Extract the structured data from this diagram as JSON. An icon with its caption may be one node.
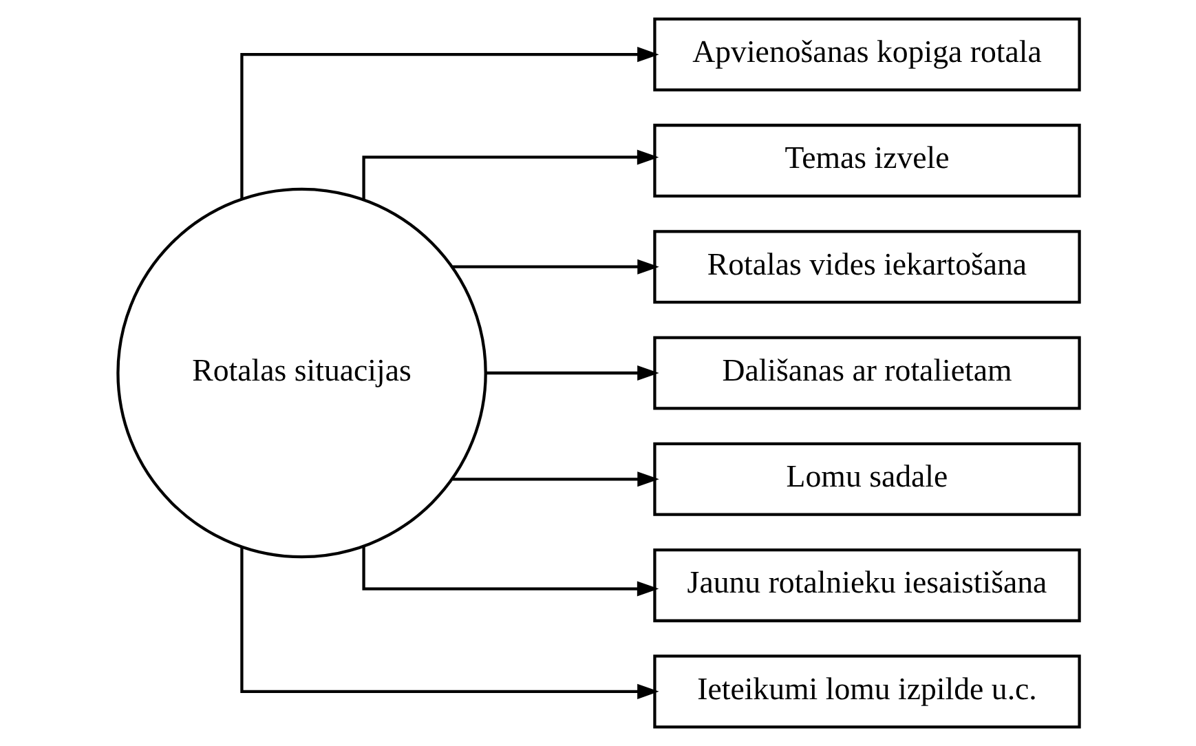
{
  "diagram": {
    "nodes": [
      {
        "text": [
          "Rotalas situacijas"
        ]
      },
      {
        "text": [
          "Apvienošanas kopiga rotala"
        ]
      },
      {
        "text": [
          "Temas izvele"
        ]
      },
      {
        "text": [
          "Rotalas vides iekartošana"
        ]
      },
      {
        "text": [
          "Dališanas ar rotalietam"
        ]
      },
      {
        "text": [
          "Lomu sadale"
        ]
      },
      {
        "text": [
          "Jaunu rotalnieku iesaistišana"
        ]
      },
      {
        "text": [
          "Ieteikumi lomu izpilde u.c."
        ]
      }
    ],
    "edges": [
      {
        "from": 0,
        "to": 1,
        "arrow": "to"
      },
      {
        "from": 0,
        "to": 2,
        "arrow": "to"
      },
      {
        "from": 0,
        "to": 3,
        "arrow": "to"
      },
      {
        "from": 0,
        "to": 4,
        "arrow": "to"
      },
      {
        "from": 0,
        "to": 5,
        "arrow": "to"
      },
      {
        "from": 0,
        "to": 6,
        "arrow": "to"
      },
      {
        "from": 0,
        "to": 7,
        "arrow": "to"
      }
    ]
  }
}
